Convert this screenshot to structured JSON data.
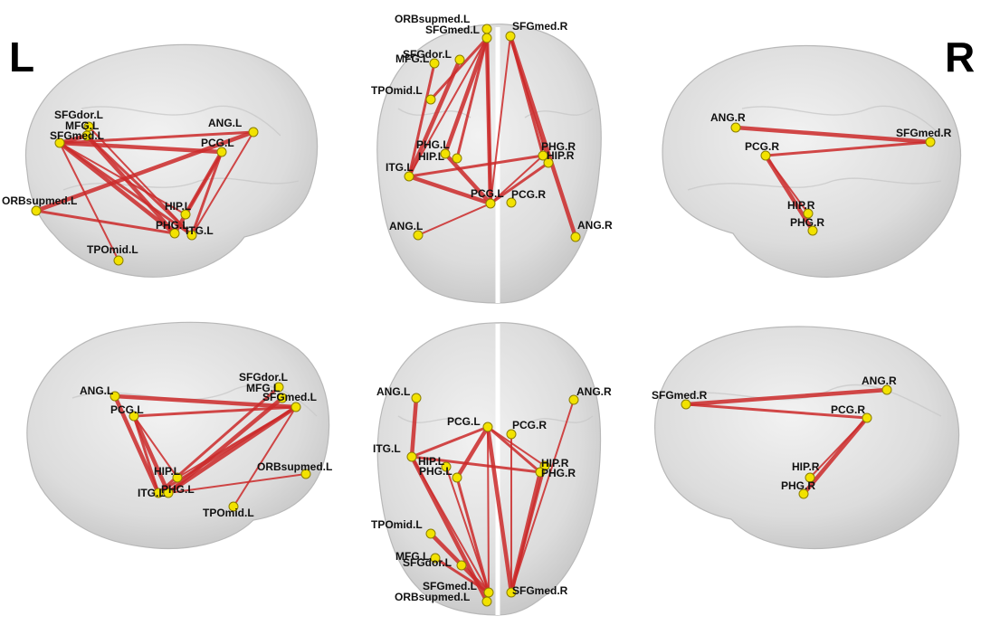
{
  "hemisphere_labels": {
    "left": "L",
    "right": "R"
  },
  "colors": {
    "edge": "#cc2a2a",
    "node": "#f2e200",
    "node_stroke": "#8a7d00",
    "brain": "#d9d9d9",
    "label": "#111111"
  },
  "panels": [
    {
      "id": "left-lateral-top",
      "nodes": [
        {
          "id": "SFGdor.L",
          "label": "SFGdor.L"
        },
        {
          "id": "MFG.L",
          "label": "MFG.L"
        },
        {
          "id": "SFGmed.L",
          "label": "SFGmed.L"
        },
        {
          "id": "ANG.L",
          "label": "ANG.L"
        },
        {
          "id": "PCG.L",
          "label": "PCG.L"
        },
        {
          "id": "ORBsupmed.L",
          "label": "ORBsupmed.L"
        },
        {
          "id": "HIP.L",
          "label": "HIP.L"
        },
        {
          "id": "PHG.L",
          "label": "PHG.L"
        },
        {
          "id": "ITG.L",
          "label": "ITG.L"
        },
        {
          "id": "TPOmid.L",
          "label": "TPOmid.L"
        }
      ],
      "edges": [
        [
          "SFGmed.L",
          "PCG.L"
        ],
        [
          "SFGmed.L",
          "ANG.L"
        ],
        [
          "SFGmed.L",
          "HIP.L"
        ],
        [
          "SFGmed.L",
          "PHG.L"
        ],
        [
          "SFGmed.L",
          "ITG.L"
        ],
        [
          "SFGmed.L",
          "TPOmid.L"
        ],
        [
          "MFG.L",
          "PHG.L"
        ],
        [
          "MFG.L",
          "ITG.L"
        ],
        [
          "SFGdor.L",
          "ITG.L"
        ],
        [
          "ORBsupmed.L",
          "ANG.L"
        ],
        [
          "ORBsupmed.L",
          "PHG.L"
        ],
        [
          "PCG.L",
          "HIP.L"
        ],
        [
          "PCG.L",
          "PHG.L"
        ],
        [
          "PCG.L",
          "ITG.L"
        ],
        [
          "ANG.L",
          "ITG.L"
        ],
        [
          "SFGmed.L",
          "MFG.L"
        ]
      ]
    },
    {
      "id": "axial-top",
      "nodes": [
        {
          "id": "ORBsupmed.L",
          "label": "ORBsupmed.L"
        },
        {
          "id": "SFGmed.L",
          "label": "SFGmed.L"
        },
        {
          "id": "SFGmed.R",
          "label": "SFGmed.R"
        },
        {
          "id": "SFGdor.L",
          "label": "SFGdor.L"
        },
        {
          "id": "MFG.L",
          "label": "MFG.L"
        },
        {
          "id": "TPOmid.L",
          "label": "TPOmid.L"
        },
        {
          "id": "PHG.L",
          "label": "PHG.L"
        },
        {
          "id": "HIP.L",
          "label": "HIP.L"
        },
        {
          "id": "ITG.L",
          "label": "ITG.L"
        },
        {
          "id": "PHG.R",
          "label": "PHG.R"
        },
        {
          "id": "HIP.R",
          "label": "HIP.R"
        },
        {
          "id": "PCG.L",
          "label": "PCG.L"
        },
        {
          "id": "PCG.R",
          "label": "PCG.R"
        },
        {
          "id": "ANG.L",
          "label": "ANG.L"
        },
        {
          "id": "ANG.R",
          "label": "ANG.R"
        }
      ],
      "edges": [
        [
          "SFGmed.L",
          "PHG.L"
        ],
        [
          "SFGmed.L",
          "HIP.L"
        ],
        [
          "SFGmed.L",
          "ITG.L"
        ],
        [
          "SFGmed.L",
          "PCG.L"
        ],
        [
          "SFGmed.L",
          "TPOmid.L"
        ],
        [
          "SFGmed.R",
          "PCG.L"
        ],
        [
          "SFGmed.R",
          "ANG.R"
        ],
        [
          "SFGmed.R",
          "PHG.R"
        ],
        [
          "SFGmed.R",
          "HIP.R"
        ],
        [
          "SFGdor.L",
          "ITG.L"
        ],
        [
          "MFG.L",
          "ITG.L"
        ],
        [
          "ORBsupmed.L",
          "PCG.L"
        ],
        [
          "ITG.L",
          "PCG.L"
        ],
        [
          "ITG.L",
          "PHG.R"
        ],
        [
          "ANG.L",
          "PCG.L"
        ],
        [
          "PHG.L",
          "PCG.L"
        ],
        [
          "HIP.R",
          "PCG.L"
        ],
        [
          "PHG.R",
          "PCG.L"
        ]
      ]
    },
    {
      "id": "right-lateral-top",
      "nodes": [
        {
          "id": "ANG.R",
          "label": "ANG.R"
        },
        {
          "id": "SFGmed.R",
          "label": "SFGmed.R"
        },
        {
          "id": "PCG.R",
          "label": "PCG.R"
        },
        {
          "id": "HIP.R",
          "label": "HIP.R"
        },
        {
          "id": "PHG.R",
          "label": "PHG.R"
        }
      ],
      "edges": [
        [
          "ANG.R",
          "SFGmed.R"
        ],
        [
          "PCG.R",
          "SFGmed.R"
        ],
        [
          "PCG.R",
          "HIP.R"
        ],
        [
          "PCG.R",
          "PHG.R"
        ]
      ]
    },
    {
      "id": "left-medial-bottom",
      "nodes": [
        {
          "id": "ANG.L",
          "label": "ANG.L"
        },
        {
          "id": "SFGdor.L",
          "label": "SFGdor.L"
        },
        {
          "id": "MFG.L",
          "label": "MFG.L"
        },
        {
          "id": "SFGmed.L",
          "label": "SFGmed.L"
        },
        {
          "id": "PCG.L",
          "label": "PCG.L"
        },
        {
          "id": "ORBsupmed.L",
          "label": "ORBsupmed.L"
        },
        {
          "id": "HIP.L",
          "label": "HIP.L"
        },
        {
          "id": "ITG.L",
          "label": "ITG.L"
        },
        {
          "id": "PHG.L",
          "label": "PHG.L"
        },
        {
          "id": "TPOmid.L",
          "label": "TPOmid.L"
        }
      ],
      "edges": [
        [
          "ANG.L",
          "SFGmed.L"
        ],
        [
          "PCG.L",
          "SFGmed.L"
        ],
        [
          "PCG.L",
          "HIP.L"
        ],
        [
          "PCG.L",
          "PHG.L"
        ],
        [
          "PCG.L",
          "ITG.L"
        ],
        [
          "SFGmed.L",
          "HIP.L"
        ],
        [
          "SFGmed.L",
          "PHG.L"
        ],
        [
          "SFGmed.L",
          "ITG.L"
        ],
        [
          "SFGmed.L",
          "TPOmid.L"
        ],
        [
          "MFG.L",
          "PHG.L"
        ],
        [
          "SFGdor.L",
          "ITG.L"
        ],
        [
          "ORBsupmed.L",
          "PHG.L"
        ],
        [
          "ANG.L",
          "ITG.L"
        ]
      ]
    },
    {
      "id": "axial-bottom",
      "nodes": [
        {
          "id": "ANG.L",
          "label": "ANG.L"
        },
        {
          "id": "ANG.R",
          "label": "ANG.R"
        },
        {
          "id": "PCG.L",
          "label": "PCG.L"
        },
        {
          "id": "PCG.R",
          "label": "PCG.R"
        },
        {
          "id": "ITG.L",
          "label": "ITG.L"
        },
        {
          "id": "HIP.L",
          "label": "HIP.L"
        },
        {
          "id": "PHG.L",
          "label": "PHG.L"
        },
        {
          "id": "HIP.R",
          "label": "HIP.R"
        },
        {
          "id": "PHG.R",
          "label": "PHG.R"
        },
        {
          "id": "TPOmid.L",
          "label": "TPOmid.L"
        },
        {
          "id": "MFG.L",
          "label": "MFG.L"
        },
        {
          "id": "SFGdor.L",
          "label": "SFGdor.L"
        },
        {
          "id": "SFGmed.L",
          "label": "SFGmed.L"
        },
        {
          "id": "ORBsupmed.L",
          "label": "ORBsupmed.L"
        },
        {
          "id": "SFGmed.R",
          "label": "SFGmed.R"
        }
      ],
      "edges": [
        [
          "ANG.L",
          "ITG.L"
        ],
        [
          "ITG.L",
          "PCG.L"
        ],
        [
          "ITG.L",
          "SFGmed.L"
        ],
        [
          "ITG.L",
          "ORBsupmed.L"
        ],
        [
          "ITG.L",
          "PHG.R"
        ],
        [
          "PCG.L",
          "SFGmed.L"
        ],
        [
          "PCG.L",
          "SFGmed.R"
        ],
        [
          "PCG.L",
          "PHG.R"
        ],
        [
          "PCG.L",
          "HIP.R"
        ],
        [
          "PCG.L",
          "PHG.L"
        ],
        [
          "PHG.L",
          "SFGmed.L"
        ],
        [
          "HIP.L",
          "SFGmed.L"
        ],
        [
          "TPOmid.L",
          "SFGmed.L"
        ],
        [
          "MFG.L",
          "SFGmed.L"
        ],
        [
          "ANG.R",
          "SFGmed.R"
        ],
        [
          "PHG.R",
          "SFGmed.R"
        ],
        [
          "HIP.R",
          "SFGmed.R"
        ],
        [
          "PCG.R",
          "SFGmed.R"
        ]
      ]
    },
    {
      "id": "right-medial-bottom",
      "nodes": [
        {
          "id": "SFGmed.R",
          "label": "SFGmed.R"
        },
        {
          "id": "ANG.R",
          "label": "ANG.R"
        },
        {
          "id": "PCG.R",
          "label": "PCG.R"
        },
        {
          "id": "HIP.R",
          "label": "HIP.R"
        },
        {
          "id": "PHG.R",
          "label": "PHG.R"
        }
      ],
      "edges": [
        [
          "SFGmed.R",
          "ANG.R"
        ],
        [
          "SFGmed.R",
          "PCG.R"
        ],
        [
          "PCG.R",
          "HIP.R"
        ],
        [
          "PCG.R",
          "PHG.R"
        ]
      ]
    }
  ]
}
